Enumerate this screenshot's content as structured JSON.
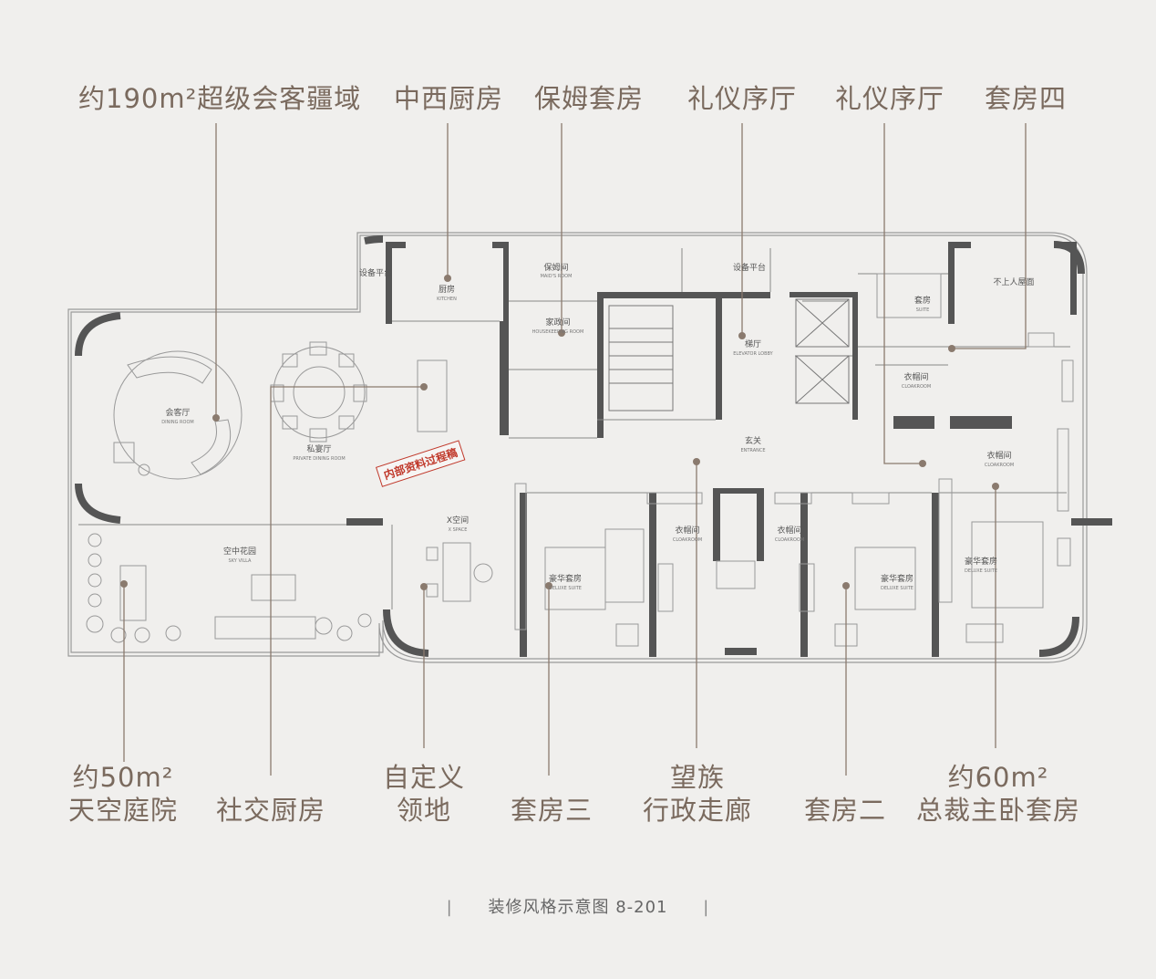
{
  "callouts_top": [
    {
      "text": "约190m²超级会客疆域"
    },
    {
      "text": "中西厨房"
    },
    {
      "text": "保姆套房"
    },
    {
      "text": "礼仪序厅"
    },
    {
      "text": "礼仪序厅"
    },
    {
      "text": "套房四"
    }
  ],
  "callouts_bottom": [
    {
      "line1": "约50m²",
      "line2": "天空庭院"
    },
    {
      "line1": "",
      "line2": "社交厨房"
    },
    {
      "line1": "自定义",
      "line2": "领地"
    },
    {
      "line1": "",
      "line2": "套房三"
    },
    {
      "line1": "望族",
      "line2": "行政走廊"
    },
    {
      "line1": "",
      "line2": "套房二"
    },
    {
      "line1": "约60m²",
      "line2": "总裁主卧套房"
    }
  ],
  "rooms": [
    {
      "zh": "设备平台",
      "en": ""
    },
    {
      "zh": "厨房",
      "en": "KITCHEN"
    },
    {
      "zh": "保姆间",
      "en": "MAID'S ROOM"
    },
    {
      "zh": "家政间",
      "en": "HOUSEKEEPING ROOM"
    },
    {
      "zh": "设备平台",
      "en": ""
    },
    {
      "zh": "梯厅",
      "en": "ELEVATOR LOBBY"
    },
    {
      "zh": "套房",
      "en": "SUITE"
    },
    {
      "zh": "不上人屋面",
      "en": ""
    },
    {
      "zh": "衣帽间",
      "en": "CLOAKROOM"
    },
    {
      "zh": "会客厅",
      "en": "DINING ROOM"
    },
    {
      "zh": "私宴厅",
      "en": "PRIVATE DINING ROOM"
    },
    {
      "zh": "玄关",
      "en": "ENTRANCE"
    },
    {
      "zh": "衣帽间",
      "en": "CLOAKROOM"
    },
    {
      "zh": "X空间",
      "en": "X SPACE"
    },
    {
      "zh": "空中花园",
      "en": "SKY VILLA"
    },
    {
      "zh": "衣帽间",
      "en": "CLOAKROOM"
    },
    {
      "zh": "衣帽间",
      "en": "CLOAKROOM"
    },
    {
      "zh": "豪华套房",
      "en": "DELUXE SUITE"
    },
    {
      "zh": "豪华套房",
      "en": "DELUXE SUITE"
    },
    {
      "zh": "豪华套房",
      "en": "DELUXE SUITE"
    }
  ],
  "stamp": "内部资料过程稿",
  "caption": {
    "bar_left": "|",
    "text": "装修风格示意图 8-201",
    "bar_right": "|"
  },
  "colors": {
    "label": "#7a6a5e",
    "leader": "#8a7a6e",
    "wall": "#555555",
    "stamp": "#c0392b"
  }
}
